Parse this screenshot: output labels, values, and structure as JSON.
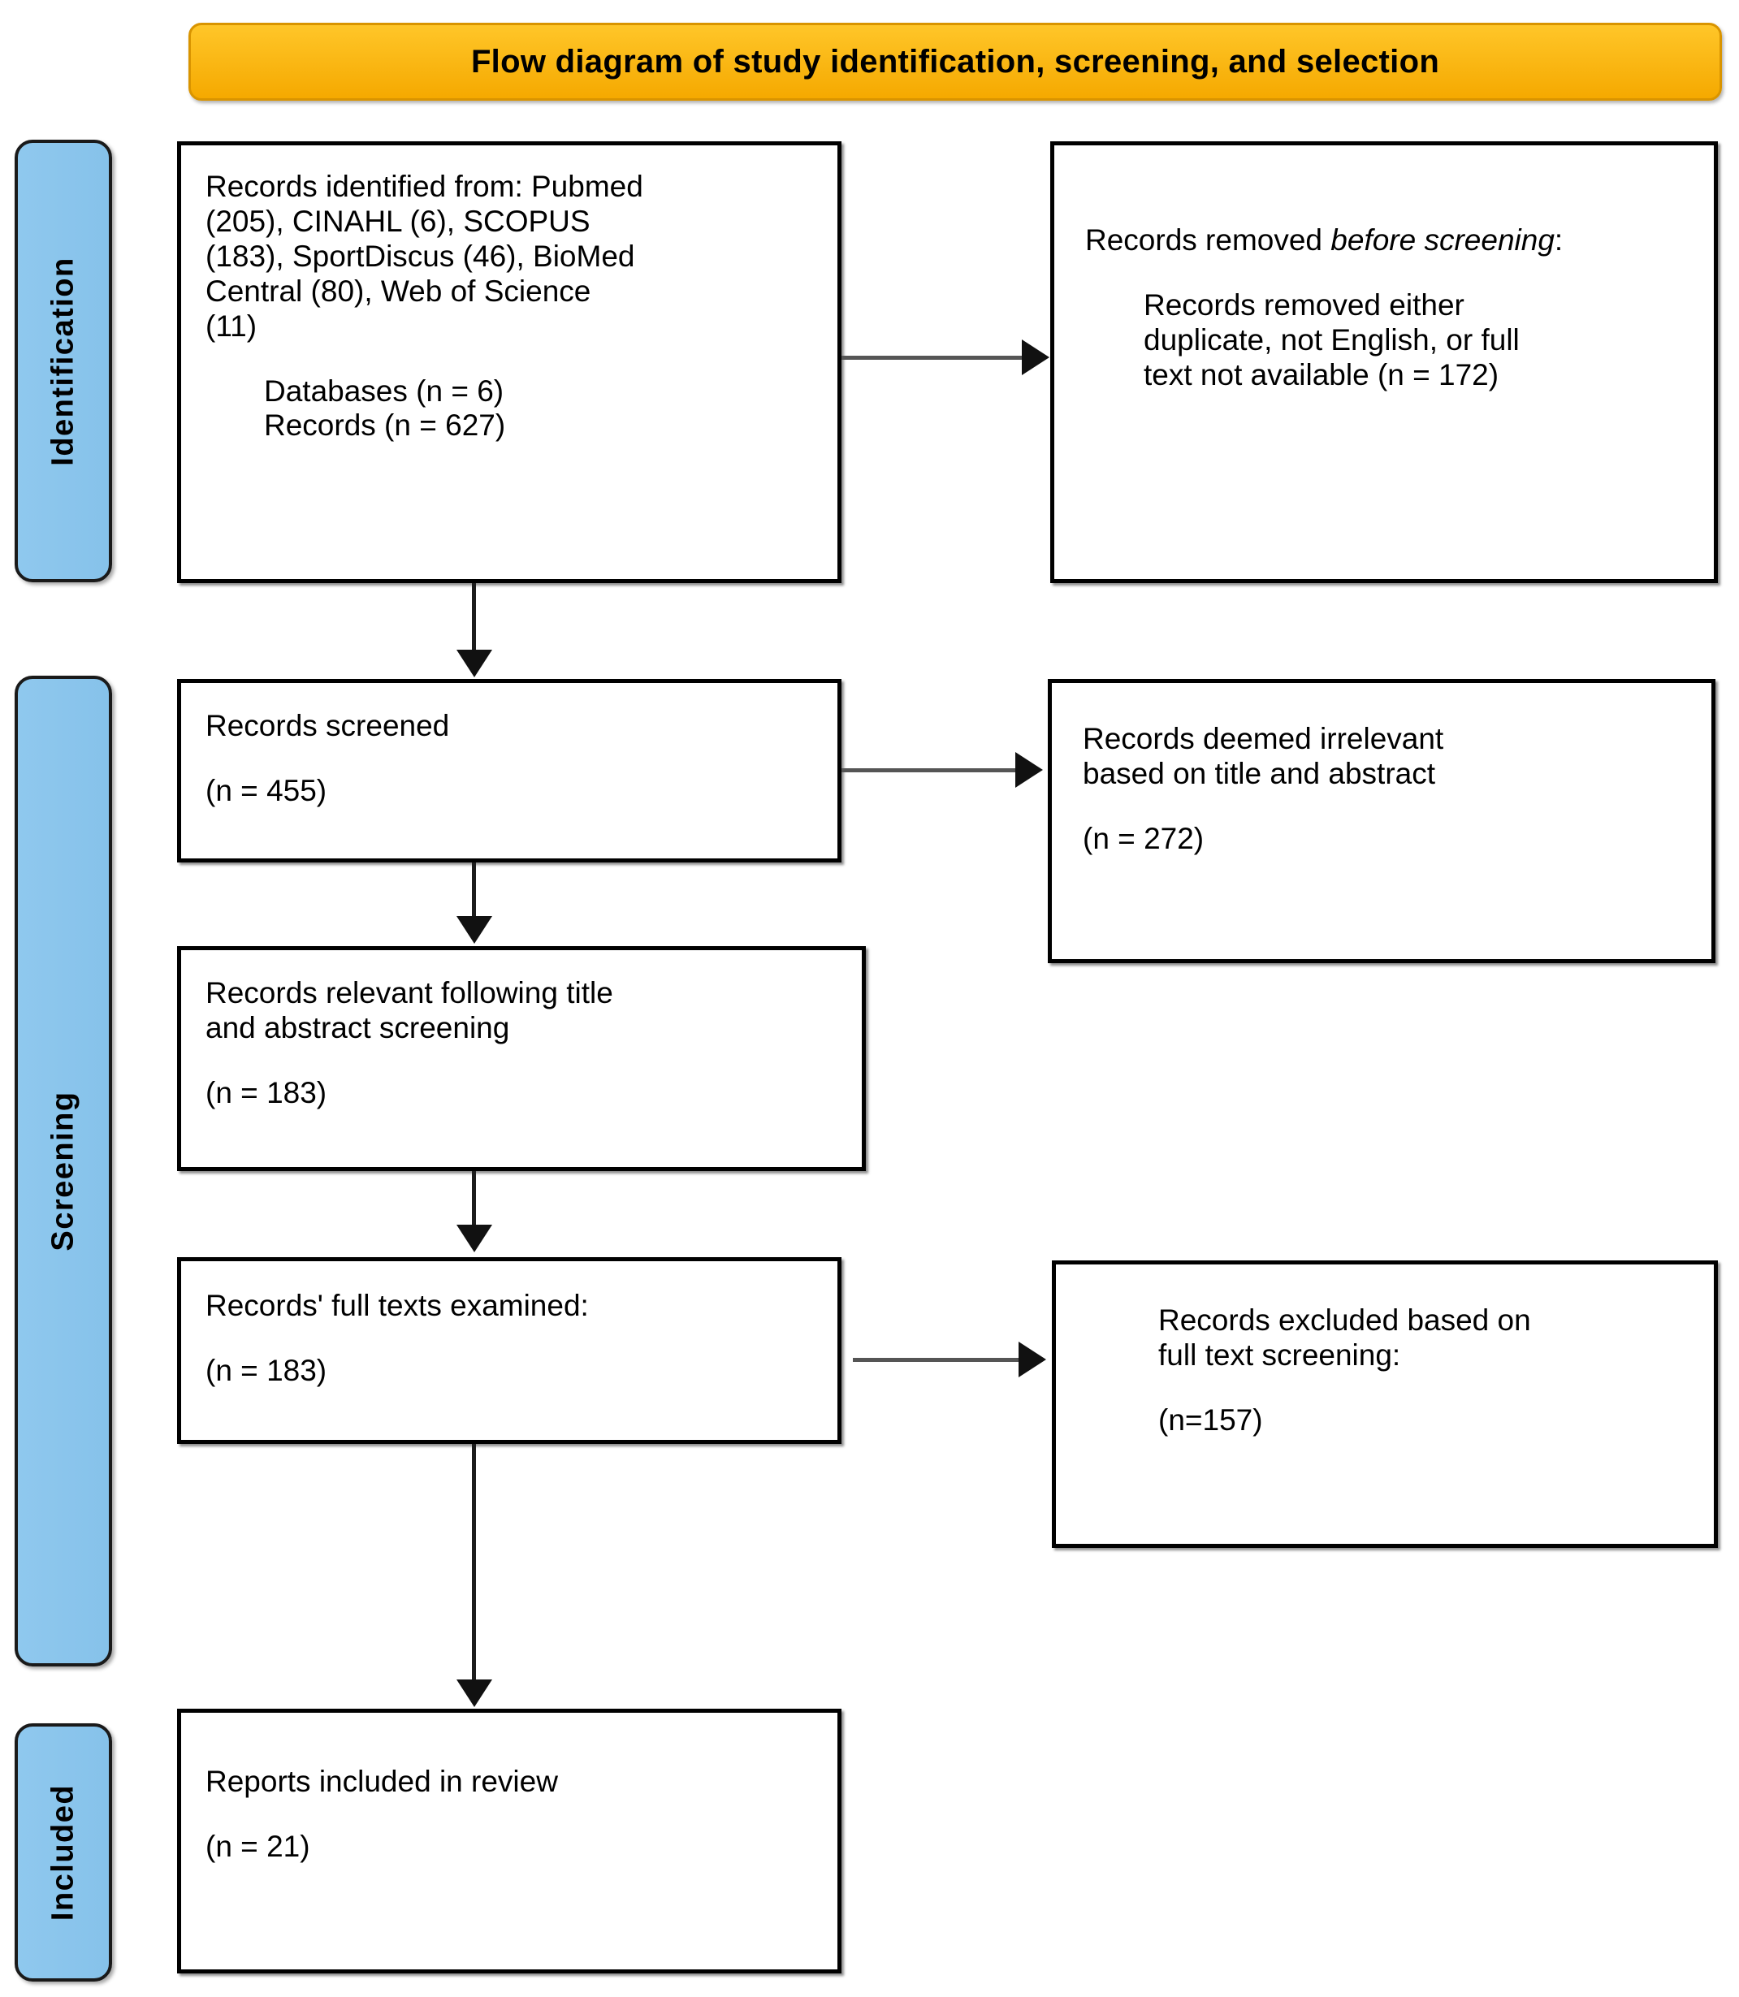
{
  "title": {
    "text": "Flow diagram of study identification, screening, and selection",
    "bg_color": "#FBB117",
    "text_color": "#000000"
  },
  "stages": [
    {
      "id": "identification",
      "label": "Identification"
    },
    {
      "id": "screening",
      "label": "Screening"
    },
    {
      "id": "included",
      "label": "Included"
    }
  ],
  "boxes": {
    "identified": {
      "line1": "Records identified from: Pubmed",
      "line2": "(205), CINAHL (6), SCOPUS",
      "line3": "(183), SportDiscus (46), BioMed",
      "line4": "Central (80), Web of Science",
      "line5": "(11)",
      "sub1": "Databases (n = 6)",
      "sub2": "Records (n = 627)"
    },
    "removed_before_screening": {
      "head_plain": "Records removed ",
      "head_italic": "before screening",
      "head_colon": ":",
      "body1": "Records removed either",
      "body2": "duplicate, not English, or full",
      "body3": "text not available (n = 172)"
    },
    "records_screened": {
      "line1": "Records screened",
      "count": "(n = 455)"
    },
    "irrelevant": {
      "line1": "Records deemed irrelevant",
      "line2": "based on title and abstract",
      "count": "(n = 272)"
    },
    "relevant": {
      "line1": "Records relevant following title",
      "line2": "and abstract screening",
      "count": "(n = 183)"
    },
    "full_texts": {
      "line1": "Records' full texts examined:",
      "count": "(n = 183)"
    },
    "excluded_fulltext": {
      "line1": "Records excluded based on",
      "line2": "full text screening:",
      "count": "(n=157)"
    },
    "included_reports": {
      "line1": "Reports included in review",
      "count": "(n = 21)"
    }
  },
  "chart_data": {
    "type": "diagram",
    "title": "Flow diagram of study identification, screening, and selection",
    "nodes": [
      {
        "id": "identified",
        "stage": "Identification",
        "label": "Records identified from: Pubmed (205), CINAHL (6), SCOPUS (183), SportDiscus (46), BioMed Central (80), Web of Science (11)",
        "databases": 6,
        "records": 627
      },
      {
        "id": "removed_before_screening",
        "stage": "Identification",
        "label": "Records removed before screening: Records removed either duplicate, not English, or full text not available",
        "n": 172
      },
      {
        "id": "records_screened",
        "stage": "Screening",
        "label": "Records screened",
        "n": 455
      },
      {
        "id": "irrelevant",
        "stage": "Screening",
        "label": "Records deemed irrelevant based on title and abstract",
        "n": 272
      },
      {
        "id": "relevant",
        "stage": "Screening",
        "label": "Records relevant following title and abstract screening",
        "n": 183
      },
      {
        "id": "full_texts",
        "stage": "Screening",
        "label": "Records' full texts examined",
        "n": 183
      },
      {
        "id": "excluded_fulltext",
        "stage": "Screening",
        "label": "Records excluded based on full text screening",
        "n": 157
      },
      {
        "id": "included_reports",
        "stage": "Included",
        "label": "Reports included in review",
        "n": 21
      }
    ],
    "edges": [
      {
        "from": "identified",
        "to": "removed_before_screening",
        "direction": "right"
      },
      {
        "from": "identified",
        "to": "records_screened",
        "direction": "down"
      },
      {
        "from": "records_screened",
        "to": "irrelevant",
        "direction": "right"
      },
      {
        "from": "records_screened",
        "to": "relevant",
        "direction": "down"
      },
      {
        "from": "relevant",
        "to": "full_texts",
        "direction": "down"
      },
      {
        "from": "full_texts",
        "to": "excluded_fulltext",
        "direction": "right"
      },
      {
        "from": "full_texts",
        "to": "included_reports",
        "direction": "down"
      }
    ]
  }
}
